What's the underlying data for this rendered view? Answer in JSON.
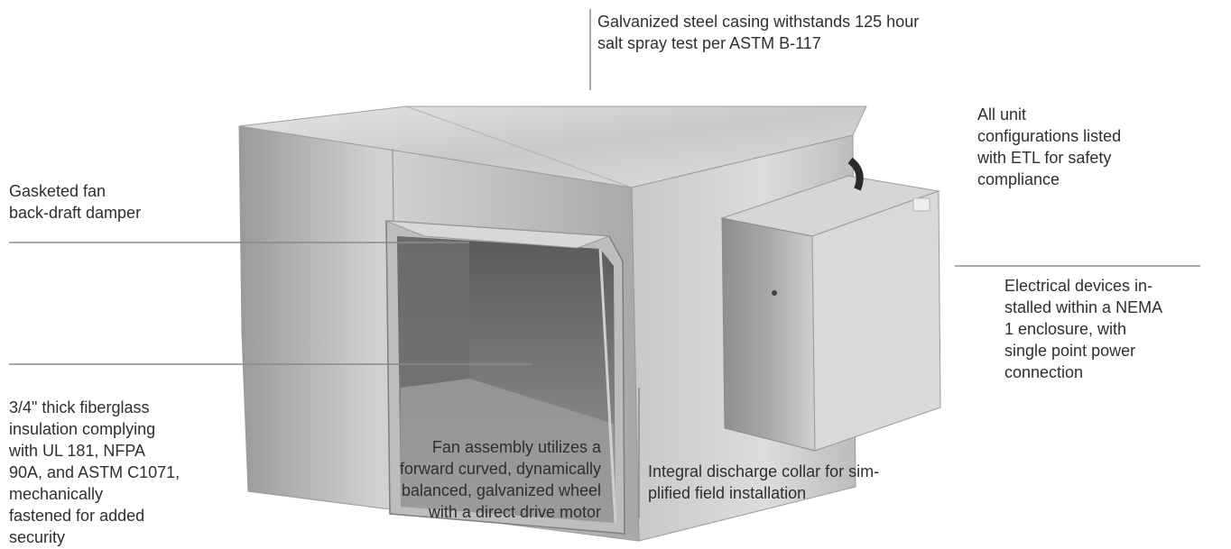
{
  "callouts": {
    "casing": "Galvanized steel casing withstands 125 hour\nsalt spray test per ASTM B-117",
    "etl": "All unit\nconfigurations listed\nwith ETL for safety\ncompliance",
    "damper": "Gasketed fan\nback-draft damper",
    "electrical": "Electrical devices in-\nstalled within a NEMA\n1 enclosure, with\nsingle point power\nconnection",
    "insulation": "3/4\" thick fiberglass\ninsulation complying\nwith UL 181, NFPA\n90A, and ASTM C1071,\nmechanically\nfastened for added\nsecurity",
    "fan": "Fan assembly utilizes a\nforward curved, dynamically\nbalanced, galvanized wheel\nwith a direct drive motor",
    "collar": "Integral discharge collar for sim-\nplified field installation"
  },
  "colors": {
    "leader_line": "#8a8a8a",
    "text": "#2f2f2f"
  }
}
